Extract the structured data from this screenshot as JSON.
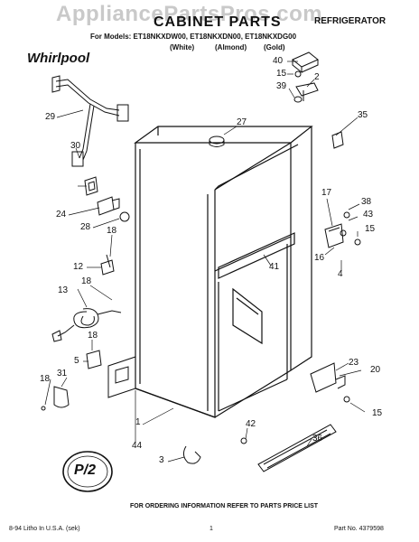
{
  "header": {
    "watermark": "AppliancePartsPros.com",
    "title": "CABINET PARTS",
    "appliance": "REFRIGERATOR",
    "models_line": "For Models: ET18NKXDW00, ET18NKXDN00, ET18NKXDG00",
    "colors": [
      "(White)",
      "(Almond)",
      "(Gold)"
    ],
    "brand": "Whirlpool"
  },
  "footer": {
    "order_info": "FOR ORDERING INFORMATION REFER TO PARTS PRICE LIST",
    "litho": "8-94 Litho In U.S.A. (sek)",
    "page": "1",
    "part_no": "Part No. 4379598"
  },
  "badge": "P/2",
  "callouts": [
    "1",
    "2",
    "3",
    "4",
    "5",
    "12",
    "13",
    "15",
    "15",
    "15",
    "16",
    "17",
    "18",
    "18",
    "18",
    "18",
    "20",
    "23",
    "24",
    "27",
    "28",
    "29",
    "30",
    "31",
    "35",
    "36",
    "38",
    "39",
    "40",
    "41",
    "42",
    "43",
    "44"
  ]
}
